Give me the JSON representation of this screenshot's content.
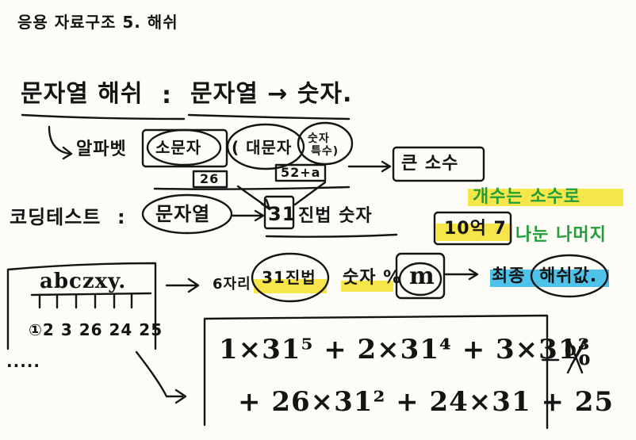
{
  "note": {
    "title": "응용 자료구조 5. 해쉬",
    "line1": {
      "left": "문자열 해쉬",
      "colon": ":",
      "right": "문자열 → 숫자."
    },
    "line2": {
      "item1": "알파벳",
      "item2": "소문자",
      "item3": "( 대문자",
      "item4": "숫자",
      "item5": "특수)",
      "box26": "26",
      "box52": "52+a",
      "result": "큰 소수"
    },
    "green_note_1": "개수는 소수로",
    "green_note_2": "나눈 나머지",
    "line3": {
      "left": "코딩테스트",
      "colon": ":",
      "oval": "문자열",
      "arrow": "→",
      "base": "31",
      "rest": "진법 숫자"
    },
    "billion": "10억 7",
    "line4": {
      "letters": "abczxy.",
      "numbers": "①2 3 26 24 25",
      "six": "6자리",
      "base31": "31진법",
      "number": "숫자 %",
      "m": "m",
      "arrow": "→",
      "final": "최종",
      "value": "해쉬값."
    },
    "ellipsis": ".....",
    "formula": {
      "line1": "1×31⁵ + 2×31⁴ + 3×31³",
      "line2": "+ 26×31² + 24×31 + 25",
      "note": "%"
    }
  }
}
